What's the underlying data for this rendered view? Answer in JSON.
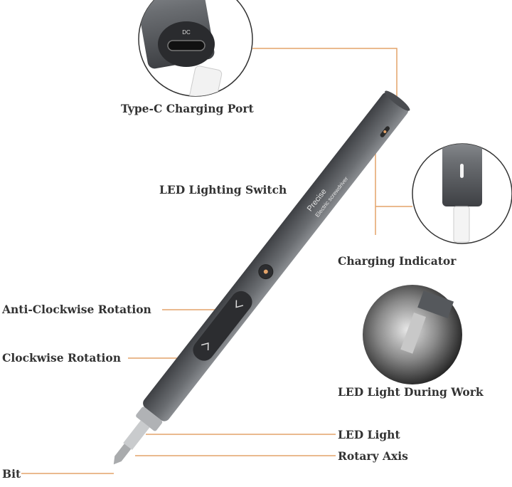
{
  "labels": {
    "type_c_port": "Type-C Charging Port",
    "led_switch": "LED Lighting Switch",
    "charging_indicator": "Charging Indicator",
    "anti_clockwise": "Anti-Clockwise Rotation",
    "clockwise": "Clockwise Rotation",
    "led_during_work": "LED Light During Work",
    "led_light": "LED Light",
    "rotary_axis": "Rotary Axis",
    "bit": "Bit"
  },
  "product": {
    "brand_line1": "Precise",
    "brand_line2": "Electric screwdriver",
    "port_text": "DC"
  },
  "colors": {
    "leader": "#e3a36a",
    "body": "#5f6266",
    "label": "#333333"
  }
}
